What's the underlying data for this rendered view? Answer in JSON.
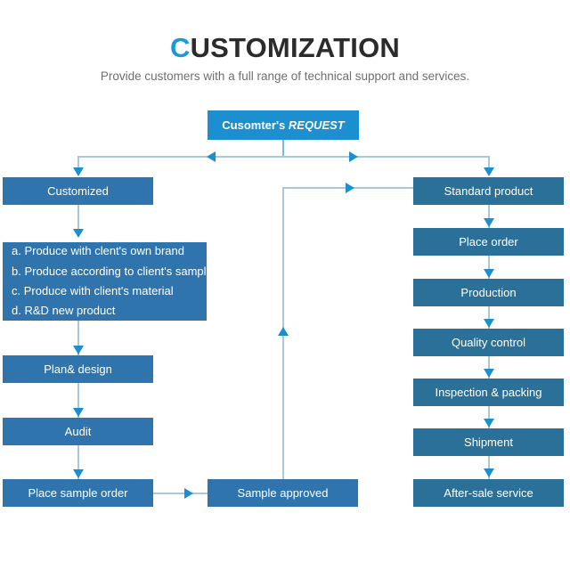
{
  "header": {
    "title_accent": "C",
    "title_rest": "USTOMIZATION",
    "subtitle": "Provide customers with a full range of technical support and services."
  },
  "colors": {
    "header_box": "#1b8fd0",
    "left_box": "#2f74ad",
    "right_box": "#2b7099",
    "connector": "#aac7dd",
    "arrow": "#1b8fd0",
    "title_accent": "#1b9ad6",
    "title_text": "#2b2b2b",
    "subtitle_text": "#6f6f6f"
  },
  "flow": {
    "root": {
      "label_bold": "Cusomter's",
      "label_italic": "REQUEST"
    },
    "left_branch": {
      "entry": "Customized",
      "options": [
        "a. Produce with clent's own brand",
        "b. Produce according to client's sample",
        "c. Produce with client's material",
        "d. R&D new product"
      ],
      "steps": [
        "Plan& design",
        "Audit",
        "Place sample order"
      ]
    },
    "middle": {
      "node": "Sample approved"
    },
    "right_branch": {
      "steps": [
        "Standard product",
        "Place order",
        "Production",
        "Quality control",
        "Inspection & packing",
        "Shipment",
        "After-sale service"
      ]
    }
  }
}
